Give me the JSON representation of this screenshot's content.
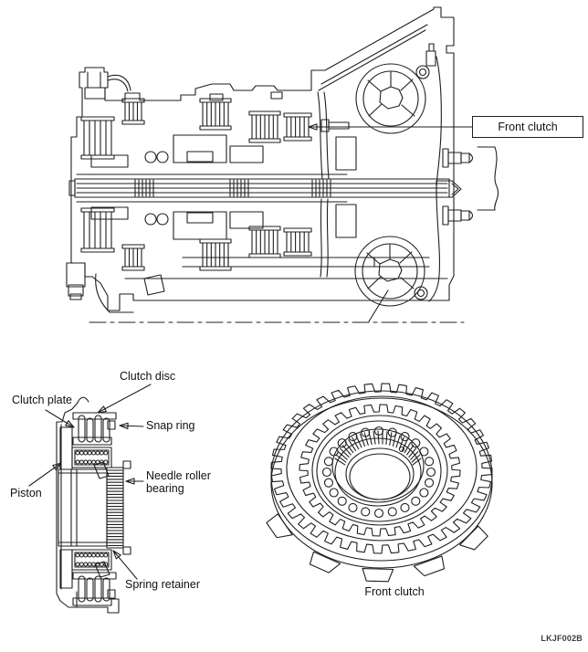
{
  "figure_code": "LKJF002B",
  "colors": {
    "line": "#1f1f1f",
    "black_fill": "#0a0a0a",
    "background": "#ffffff",
    "baseline": "#3a3a3a"
  },
  "main_view": {
    "callout": "Front clutch"
  },
  "detail_view": {
    "labels": {
      "clutch_disc": "Clutch disc",
      "clutch_plate": "Clutch plate",
      "snap_ring": "Snap ring",
      "piston": "Piston",
      "needle_roller_bearing": "Needle roller bearing",
      "spring_retainer": "Spring retainer"
    }
  },
  "iso_view": {
    "caption": "Front clutch"
  }
}
